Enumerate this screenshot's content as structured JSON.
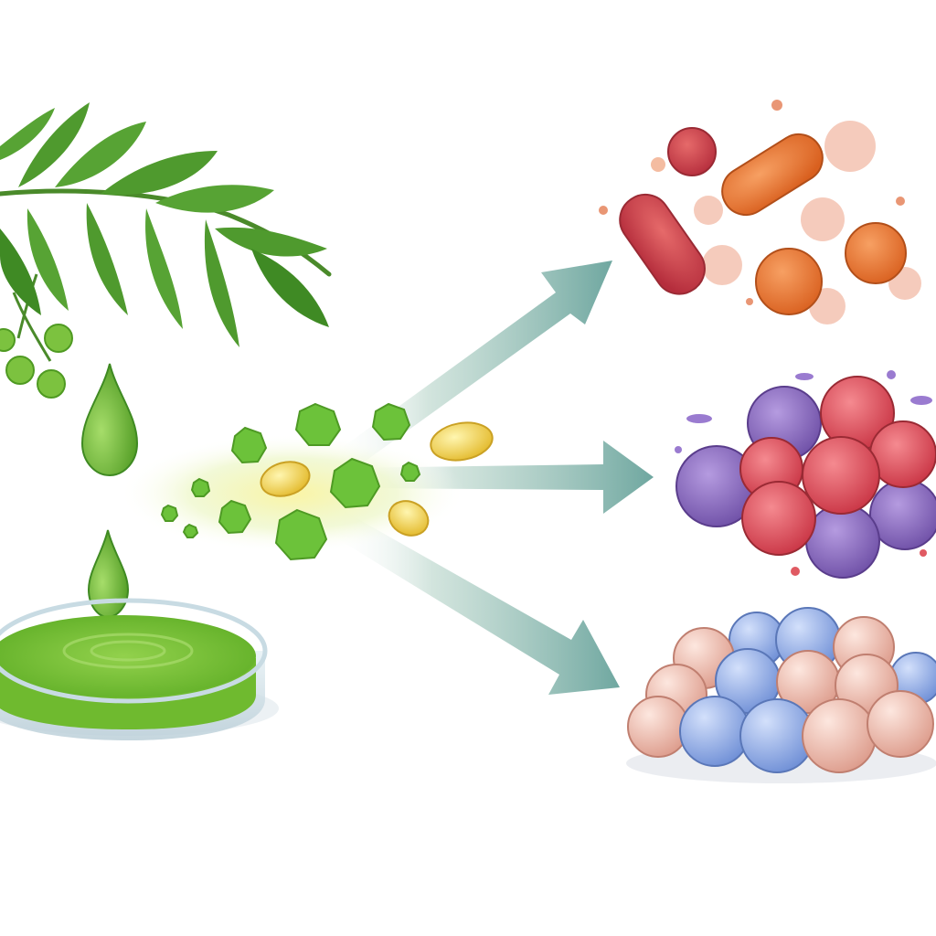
{
  "diagram": {
    "source": {
      "plant": "neem-leaf-branch",
      "drop": "extract-droplet",
      "dish": "petri-dish-green-extract"
    },
    "compounds": [
      "green-hexagon-compound",
      "yellow-capsule-compound"
    ],
    "arrows": [
      "arrow-to-bacteria",
      "arrow-to-cancer-cells",
      "arrow-to-healthy-cells"
    ],
    "targets": [
      {
        "id": "bacteria",
        "colors": [
          "#d94a4a",
          "#ee7a3a"
        ]
      },
      {
        "id": "tumor-cells",
        "colors": [
          "#8d6bbf",
          "#e05a62"
        ]
      },
      {
        "id": "normal-cells",
        "colors": [
          "#7f9ee0",
          "#f1b8a8"
        ]
      }
    ],
    "colors": {
      "leaf": "#4f9a2e",
      "leaf_dark": "#3a7d20",
      "extract": "#7cc23f",
      "arrow": "#6fa7a0",
      "capsule": "#f1d34a"
    }
  }
}
